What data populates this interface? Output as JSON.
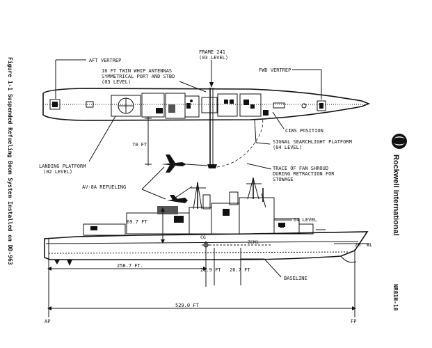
{
  "figure": {
    "caption": "Figure 1-1  Suspended Refueling Boom System Installed on DD-963",
    "company": "Rockwell International",
    "doc_number": "NR81H-18"
  },
  "plan_view": {
    "labels": {
      "aft_vertrep": "AFT VERTREP",
      "frame_241": "FRAME 241",
      "frame_241_level": "(03 LEVEL)",
      "antennas_1": "16 FT TWIN WHIP ANTENNAS",
      "antennas_2": "SYMMETRICAL PORT AND STBD",
      "antennas_3": "(03 LEVEL)",
      "fwd_vertrep": "FWD VERTREP",
      "ciws": "CIWS POSITION",
      "searchlight_1": "SIGNAL SEARCHLIGHT PLATFORM",
      "searchlight_2": "(04 LEVEL)",
      "dim_70": "70 FT",
      "landing_1": "LANDING PLATFORM",
      "landing_2": "(02 LEVEL)",
      "trace_1": "TRACE OF FAN SHROUD",
      "trace_2": "DURING RETRACTION FOR",
      "trace_3": "STOWAGE"
    }
  },
  "profile_view": {
    "labels": {
      "av8a": "AV-8A REFUELING",
      "dim_69": "69.7 FT",
      "level_04": "04 LEVEL",
      "cg": "CG",
      "zcm": "ZCM1",
      "wl": "20' WL",
      "dim_258": "258.7 FT.",
      "dim_21": "21.9 FT",
      "dim_26": "26.7 FT",
      "baseline": "BASELINE",
      "dim_529": "529.0 FT",
      "ap": "AP",
      "fp": "FP"
    }
  }
}
